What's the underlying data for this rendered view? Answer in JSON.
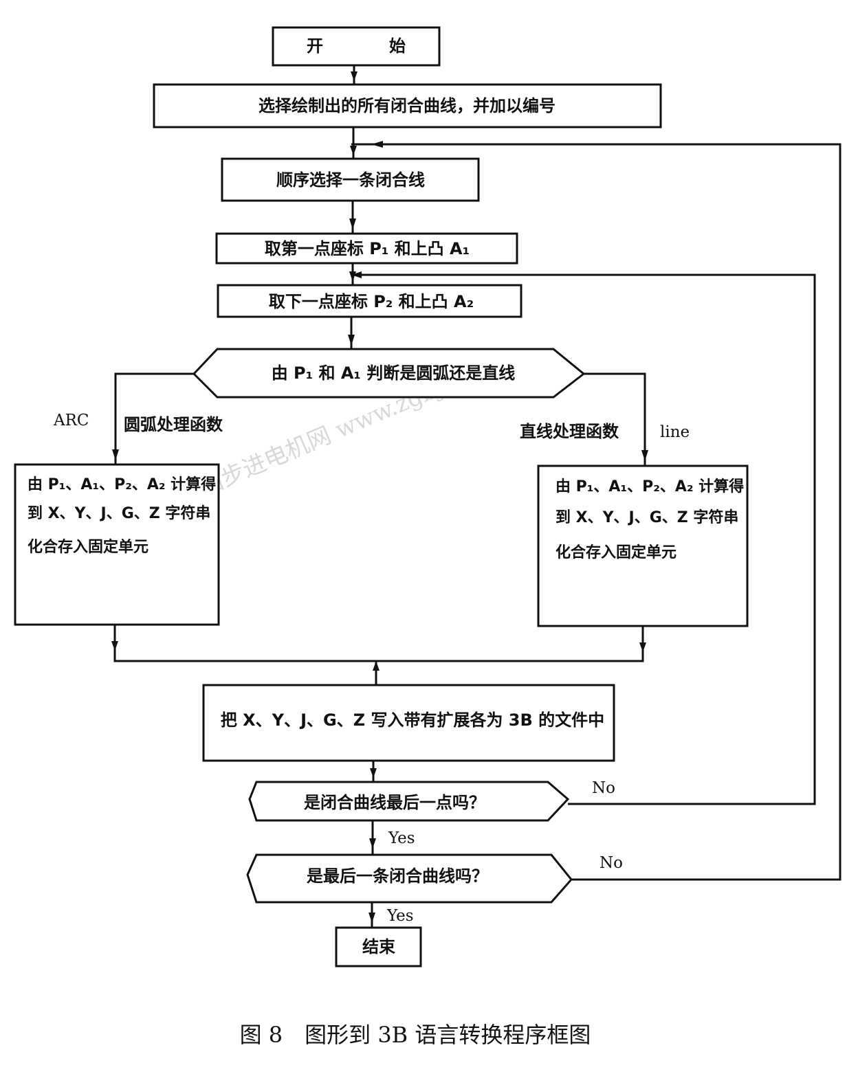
{
  "nodes": {
    "start": "开　　　　始",
    "select_all": "选择绘制出的所有闭合曲线，并加以编号",
    "select_one": "顺序选择一条闭合线",
    "first_point": "取第一点座标 P₁ 和上凸 A₁",
    "next_point": "取下一点座标 P₂ 和上凸 A₂",
    "decision_arc": "由 P₁ 和 A₁ 判断是圆弧还是直线",
    "arc_calc": [
      "由 P₁、A₁、P₂、A₂ 计算得",
      "到 X、Y、J、G、Z 字符串",
      "化合存入固定单元"
    ],
    "line_calc": [
      "由 P₁、A₁、P₂、A₂ 计算得",
      "到 X、Y、J、G、Z 字符串",
      "化合存入固定单元"
    ],
    "write_file": "把 X、Y、J、G、Z 写入带有扩展各为 3B 的文件中",
    "last_point_question": "是闭合曲线最后一点吗？",
    "last_curve_question": "是最后一条闭合曲线吗？",
    "end": "结束"
  },
  "branch_labels": {
    "arc_en": "ARC",
    "arc_cn": "圆弧处理函数",
    "line_cn": "直线处理函数",
    "line_en": "line",
    "no_1": "No",
    "yes_1": "Yes",
    "no_2": "No",
    "yes_2": "Yes"
  },
  "caption": "图 8　图形到 3B 语言转换程序框图",
  "watermark": "中国步进电机网 www.zgbjdj.com"
}
